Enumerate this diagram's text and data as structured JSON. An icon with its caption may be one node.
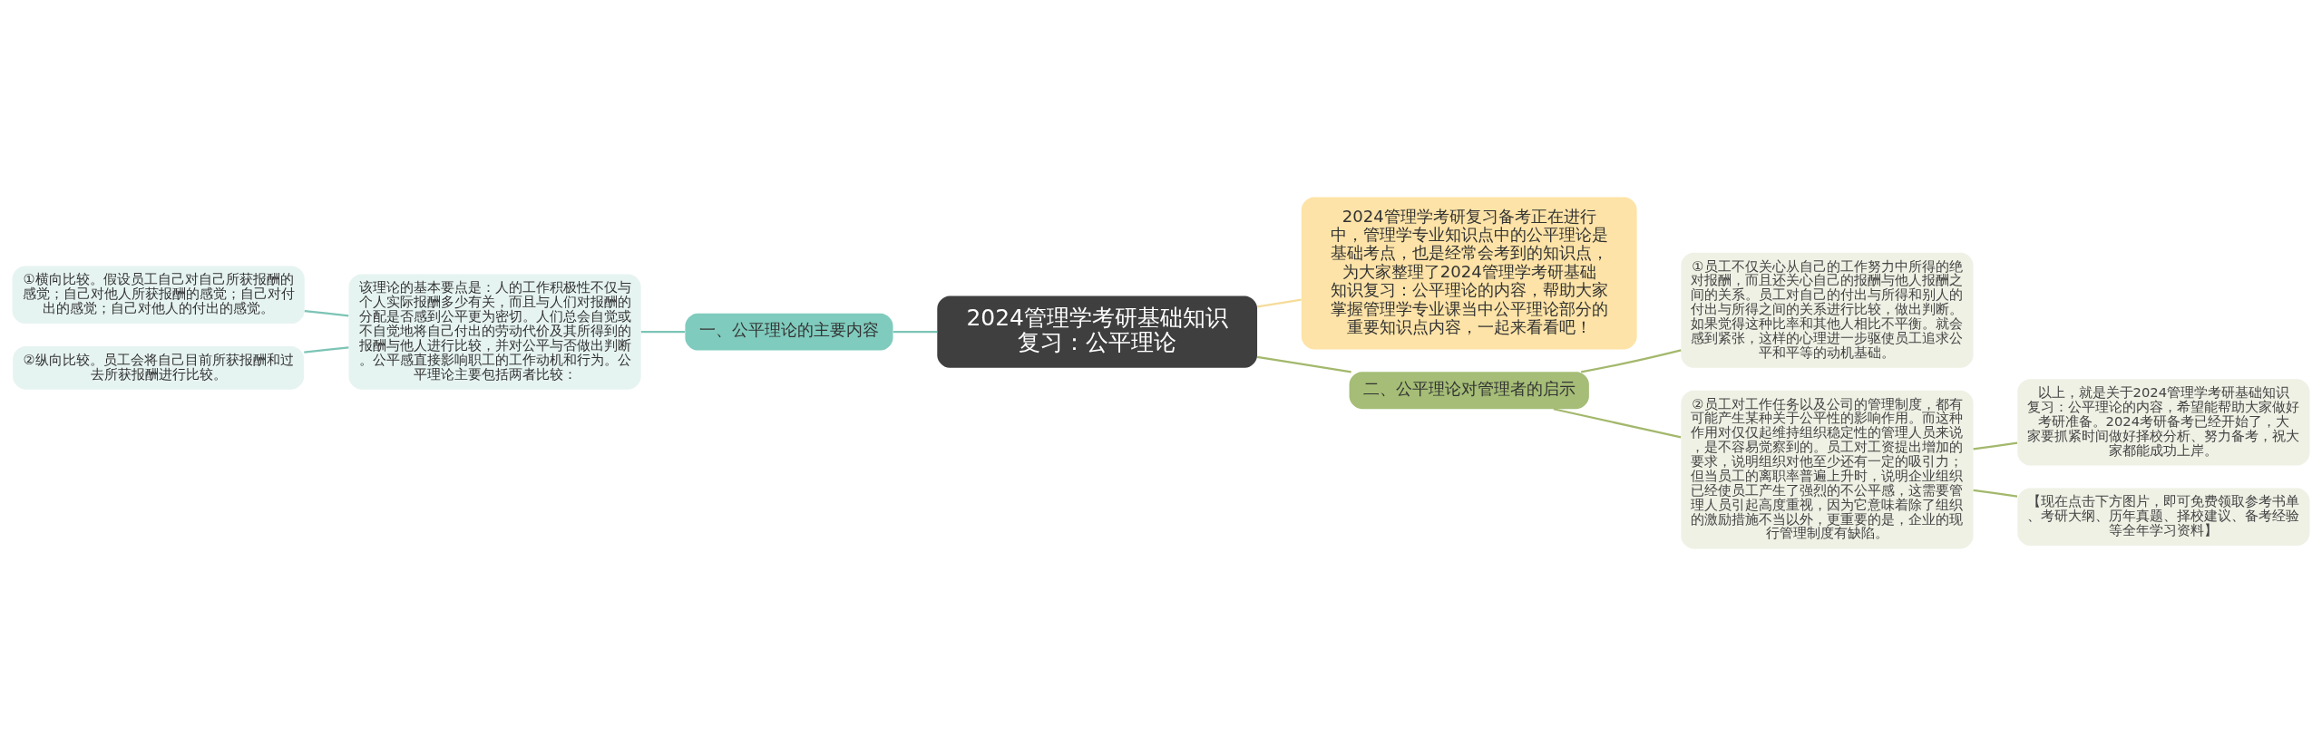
{
  "diagram": {
    "nodes": [
      {
        "text": [
          "2024管理学考研基础知识复习：公平理论"
        ]
      },
      {
        "text": [
          "一、公平理论的主要内容"
        ]
      },
      {
        "text": [
          "该理论的基本要点是：人的工作积极性不仅与个人实际报酬多少有关，而且与人们对报酬的分配是否感到公平更为密切。人们总会自觉或不自觉地将自己付出的劳动代价及其所得到的报酬与他人进行比较，并对公平与否做出判断。公平感直接影响职工的工作动机和行为。公平理论主要包括两者比较："
        ]
      },
      {
        "text": [
          "①横向比较。假设员工自己对自己所获报酬的感觉；自己对他人所获报酬的感觉；自己对付出的感觉；自己对他人的付出的感觉。"
        ]
      },
      {
        "text": [
          "②纵向比较。员工会将自己目前所获报酬和过去所获报酬进行比较。"
        ]
      },
      {
        "text": [
          "2024管理学考研复习备考正在进行中，管理学专业知识点中的公平理论是基础考点，也是经常会考到的知识点，为大家整理了2024管理学考研基础知识复习：公平理论的内容，帮助大家掌握管理学专业课当中公平理论部分的重要知识点内容，一起来看看吧！"
        ]
      },
      {
        "text": [
          "二、公平理论对管理者的启示"
        ]
      },
      {
        "text": [
          "①员工不仅关心从自己的工作努力中所得的绝对报酬，而且还关心自己的报酬与他人报酬之间的关系。员工对自己的付出与所得和别人的付出与所得之间的关系进行比较，做出判断。如果觉得这种比率和其他人相比不平衡。就会感到紧张，这样的心理进一步驱使员工追求公平和平等的动机基础。"
        ]
      },
      {
        "text": [
          "②员工对工作任务以及公司的管理制度，都有可能产生某种关于公平性的影响作用。而这种作用对仅仅起维持组织稳定性的管理人员来说，是不容易觉察到的。员工对工资提出增加的要求，说明组织对他至少还有一定的吸引力；但当员工的离职率普遍上升时，说明企业组织已经使员工产生了强烈的不公平感，这需要管理人员引起高度重视，因为它意味着除了组织的激励措施不当以外，更重要的是，企业的现行管理制度有缺陷。"
        ]
      },
      {
        "text": [
          "以上，就是关于2024管理学考研基础知识复习：公平理论的内容，希望能帮助大家做好考研准备。2024考研备考已经开始了，大家要抓紧时间做好择校分析、努力备考，祝大家都能成功上岸。"
        ]
      },
      {
        "text": [
          "【现在点击下方图片，即可免费领取参考书单、考研大纲、历年真题、择校建议、备考经验等全年学习资料】"
        ]
      }
    ],
    "edges": [
      {
        "from": 0,
        "to": 1,
        "arrow": "none",
        "color": "#7cc4b5"
      },
      {
        "from": 1,
        "to": 2,
        "arrow": "none",
        "color": "#7cc4b5"
      },
      {
        "from": 2,
        "to": 3,
        "arrow": "none",
        "color": "#7cc4b5"
      },
      {
        "from": 2,
        "to": 4,
        "arrow": "none",
        "color": "#7cc4b5"
      },
      {
        "from": 0,
        "to": 5,
        "arrow": "none",
        "color": "#f5dc9a"
      },
      {
        "from": 0,
        "to": 6,
        "arrow": "none"
      },
      {
        "from": 6,
        "to": 7,
        "arrow": "none"
      },
      {
        "from": 6,
        "to": 8,
        "arrow": "none"
      },
      {
        "from": 8,
        "to": 9,
        "arrow": "none"
      },
      {
        "from": 8,
        "to": 10,
        "arrow": "none"
      }
    ]
  }
}
